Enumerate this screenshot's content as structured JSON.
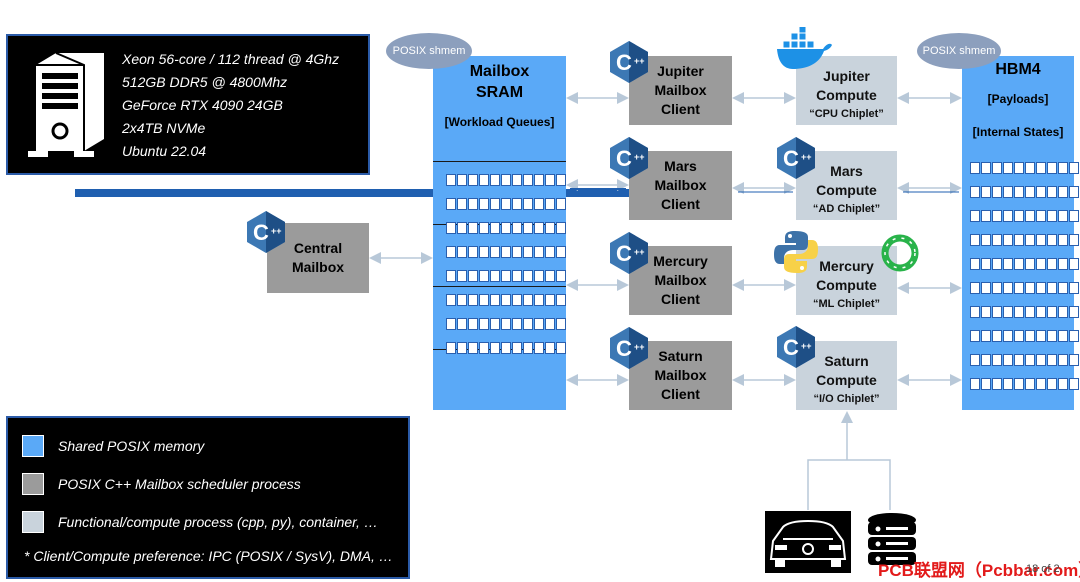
{
  "server": {
    "specs": [
      "Xeon 56-core / 112 thread @ 4Ghz",
      "512GB DDR5 @ 4800Mhz",
      "GeForce RTX 4090 24GB",
      "2x4TB NVMe",
      "Ubuntu 22.04"
    ]
  },
  "posix_badge": "POSIX shmem",
  "mailbox_sram": {
    "title_line1": "Mailbox",
    "title_line2": "SRAM",
    "subtitle": "[Workload Queues]"
  },
  "hbm4": {
    "title": "HBM4",
    "sub1": "[Payloads]",
    "sub2": "[Internal States]"
  },
  "central": {
    "label": "Central Mailbox"
  },
  "clients": [
    {
      "label": "Jupiter Mailbox Client"
    },
    {
      "label": "Mars Mailbox Client"
    },
    {
      "label": "Mercury Mailbox Client"
    },
    {
      "label": "Saturn Mailbox Client"
    }
  ],
  "computes": [
    {
      "label": "Jupiter Compute",
      "sub": "“CPU Chiplet”"
    },
    {
      "label": "Mars Compute",
      "sub": "“AD Chiplet”"
    },
    {
      "label": "Mercury Compute",
      "sub": "“ML Chiplet”"
    },
    {
      "label": "Saturn Compute",
      "sub": "“I/O Chiplet”"
    }
  ],
  "legend": {
    "items": [
      {
        "text": "Shared POSIX memory",
        "color": "#5aa9f7"
      },
      {
        "text": "POSIX C++ Mailbox scheduler process",
        "color": "#9b9b9b"
      },
      {
        "text": "Functional/compute process (cpp, py), container, …",
        "color": "#c9d3dc"
      }
    ],
    "note": "* Client/Compute preference: IPC (POSIX / SysV), DMA, …"
  },
  "watermark": "PCB联盟网（Pcbbar.com）",
  "page_number": "18 of 2"
}
